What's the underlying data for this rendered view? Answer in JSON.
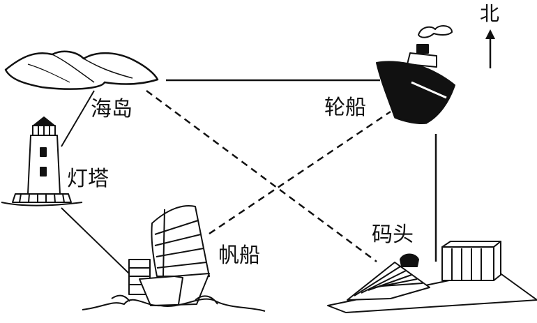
{
  "labels": {
    "island": "海岛",
    "ship": "轮船",
    "lighthouse": "灯塔",
    "sailboat": "帆船",
    "dock": "码头",
    "north": "北"
  },
  "connections": [
    {
      "from": "island",
      "to": "ship",
      "style": "solid"
    },
    {
      "from": "island",
      "to": "dock",
      "style": "dashed"
    },
    {
      "from": "sailboat",
      "to": "ship",
      "style": "dashed"
    },
    {
      "from": "island",
      "to": "lighthouse",
      "style": "solid"
    },
    {
      "from": "lighthouse",
      "to": "sailboat",
      "style": "solid"
    },
    {
      "from": "ship",
      "to": "dock",
      "style": "solid"
    }
  ],
  "colors": {
    "ink": "#111111",
    "background": "#ffffff"
  }
}
